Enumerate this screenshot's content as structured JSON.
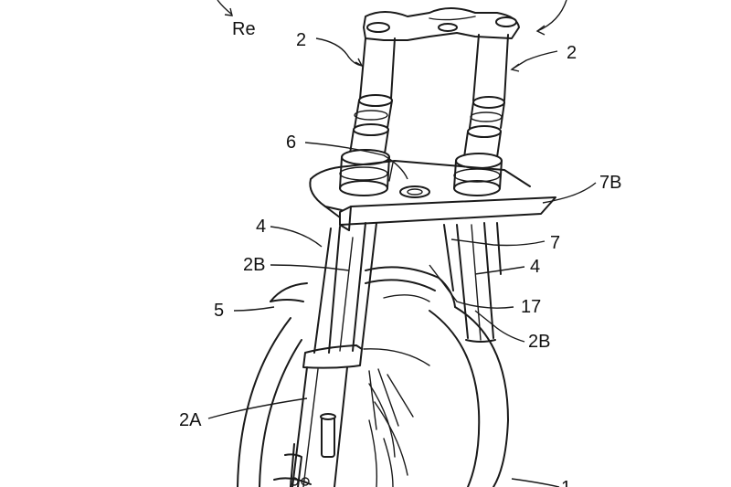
{
  "figure": {
    "labels": {
      "re": "Re",
      "fork_left": "2",
      "fork_right": "2",
      "bracket": "6",
      "plate": "7B",
      "tube_left": "4",
      "inner_left": "2B",
      "stay": "7",
      "tube_right": "4",
      "fender": "5",
      "fender_body": "17",
      "inner_right": "2B",
      "outer_left": "2A",
      "wheel": "1"
    }
  }
}
